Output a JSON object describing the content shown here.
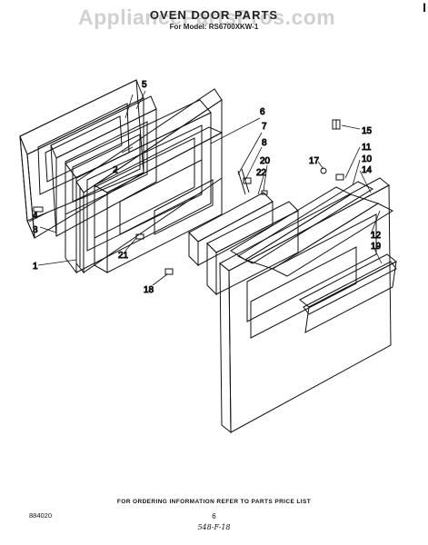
{
  "title": "OVEN DOOR PARTS",
  "model": "For Model: RS6700XKW-1",
  "watermark": "AppliancePartsPros.com",
  "edge_mark": "I",
  "footer": {
    "ordering": "FOR ORDERING INFORMATION REFER TO PARTS PRICE LIST",
    "code": "884020",
    "page": "6",
    "handwritten": "548-F-18"
  },
  "callouts": {
    "c1": "1",
    "c2": "2",
    "c3": "3",
    "c4": "4",
    "c5": "5",
    "c6": "6",
    "c7": "7",
    "c8": "8",
    "c10": "10",
    "c11": "11",
    "c12": "12",
    "c14": "14",
    "c15": "15",
    "c17": "17",
    "c18": "18",
    "c19": "19",
    "c20": "20",
    "c21": "21",
    "c22": "22"
  }
}
